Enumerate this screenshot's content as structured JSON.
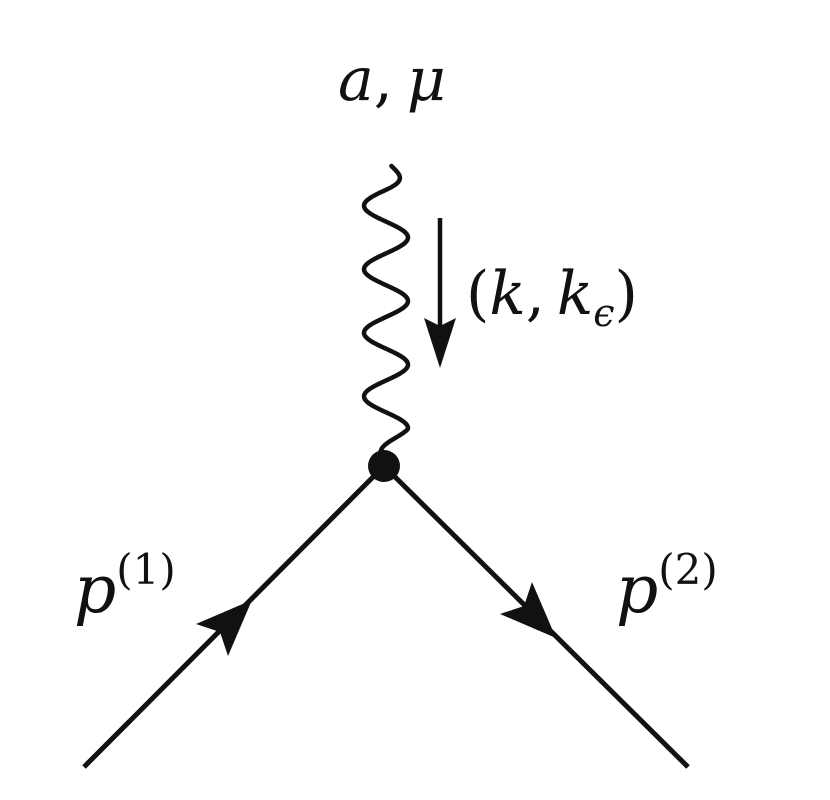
{
  "diagram": {
    "nodes": [
      {
        "id": "vertex",
        "label": ""
      }
    ],
    "edges": [
      {
        "id": "gauge-boson",
        "kind": "wavy",
        "from": "external",
        "to": "vertex",
        "label": ""
      },
      {
        "id": "incoming-fermion",
        "kind": "solid-arrow",
        "from": "external",
        "to": "vertex",
        "label": ""
      },
      {
        "id": "outgoing-fermion",
        "kind": "solid-arrow",
        "from": "vertex",
        "to": "external",
        "label": ""
      },
      {
        "id": "momentum-flow",
        "kind": "arrow",
        "from": "external",
        "to": "vertex",
        "label": ""
      }
    ],
    "labels": {
      "gauge_index": {
        "a": "a",
        "sep": ",",
        "mu": "μ"
      },
      "momentum": {
        "open": "(",
        "k": "k",
        "comma": ",",
        "k2": "k",
        "sub": "ϵ",
        "close": ")"
      },
      "p1": {
        "p": "p",
        "sup": "(1)"
      },
      "p2": {
        "p": "p",
        "sup": "(2)"
      }
    },
    "colors": {
      "ink": "#111111",
      "background": "#ffffff"
    }
  }
}
